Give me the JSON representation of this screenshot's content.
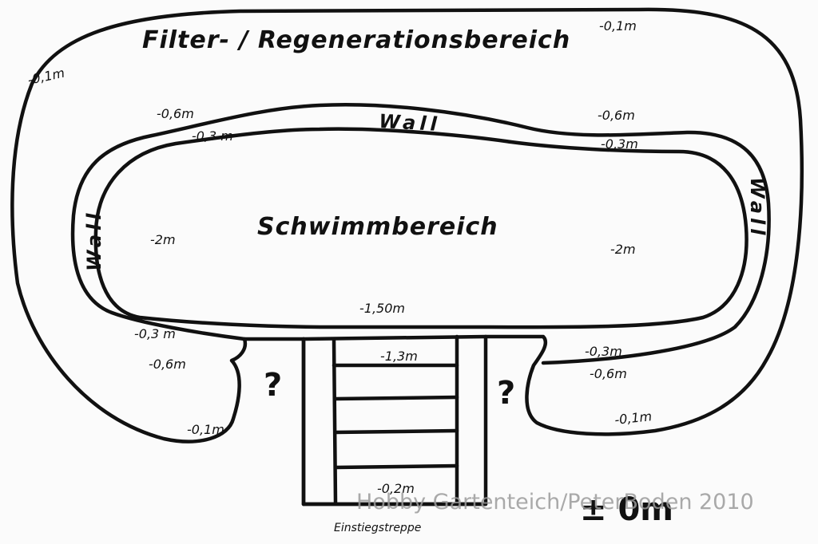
{
  "diagram": {
    "title": "Filter- / Regenerationsbereich",
    "swim_area": "Schwimmbereich",
    "wall_top": "Wall",
    "wall_left": "Wall",
    "wall_right": "Wall",
    "stairs_label": "Einstiegstreppe",
    "question_left": "?",
    "question_right": "?",
    "zero_level": "± 0m",
    "depths": {
      "outer_top_right": "-0,1m",
      "outer_left": "-0,1m",
      "wall_top_left_outer": "-0,6m",
      "wall_top_left_inner": "-0,3 m",
      "wall_top_right_outer": "-0,6m",
      "wall_top_right_inner": "-0,3m",
      "swim_left": "-2m",
      "swim_right": "-2m",
      "swim_center": "-1,50m",
      "bottom_left_inner": "-0,3 m",
      "bottom_left_outer": "-0,6m",
      "bottom_left_edge": "-0,1m",
      "bottom_right_inner": "-0,3m",
      "bottom_right_outer": "-0,6m",
      "bottom_right_edge": "-0,1m",
      "stairs_top": "-1,3m",
      "stairs_bottom": "-0,2m"
    },
    "watermark": "Hobby Gartenteich/PeterBoden 2010"
  }
}
